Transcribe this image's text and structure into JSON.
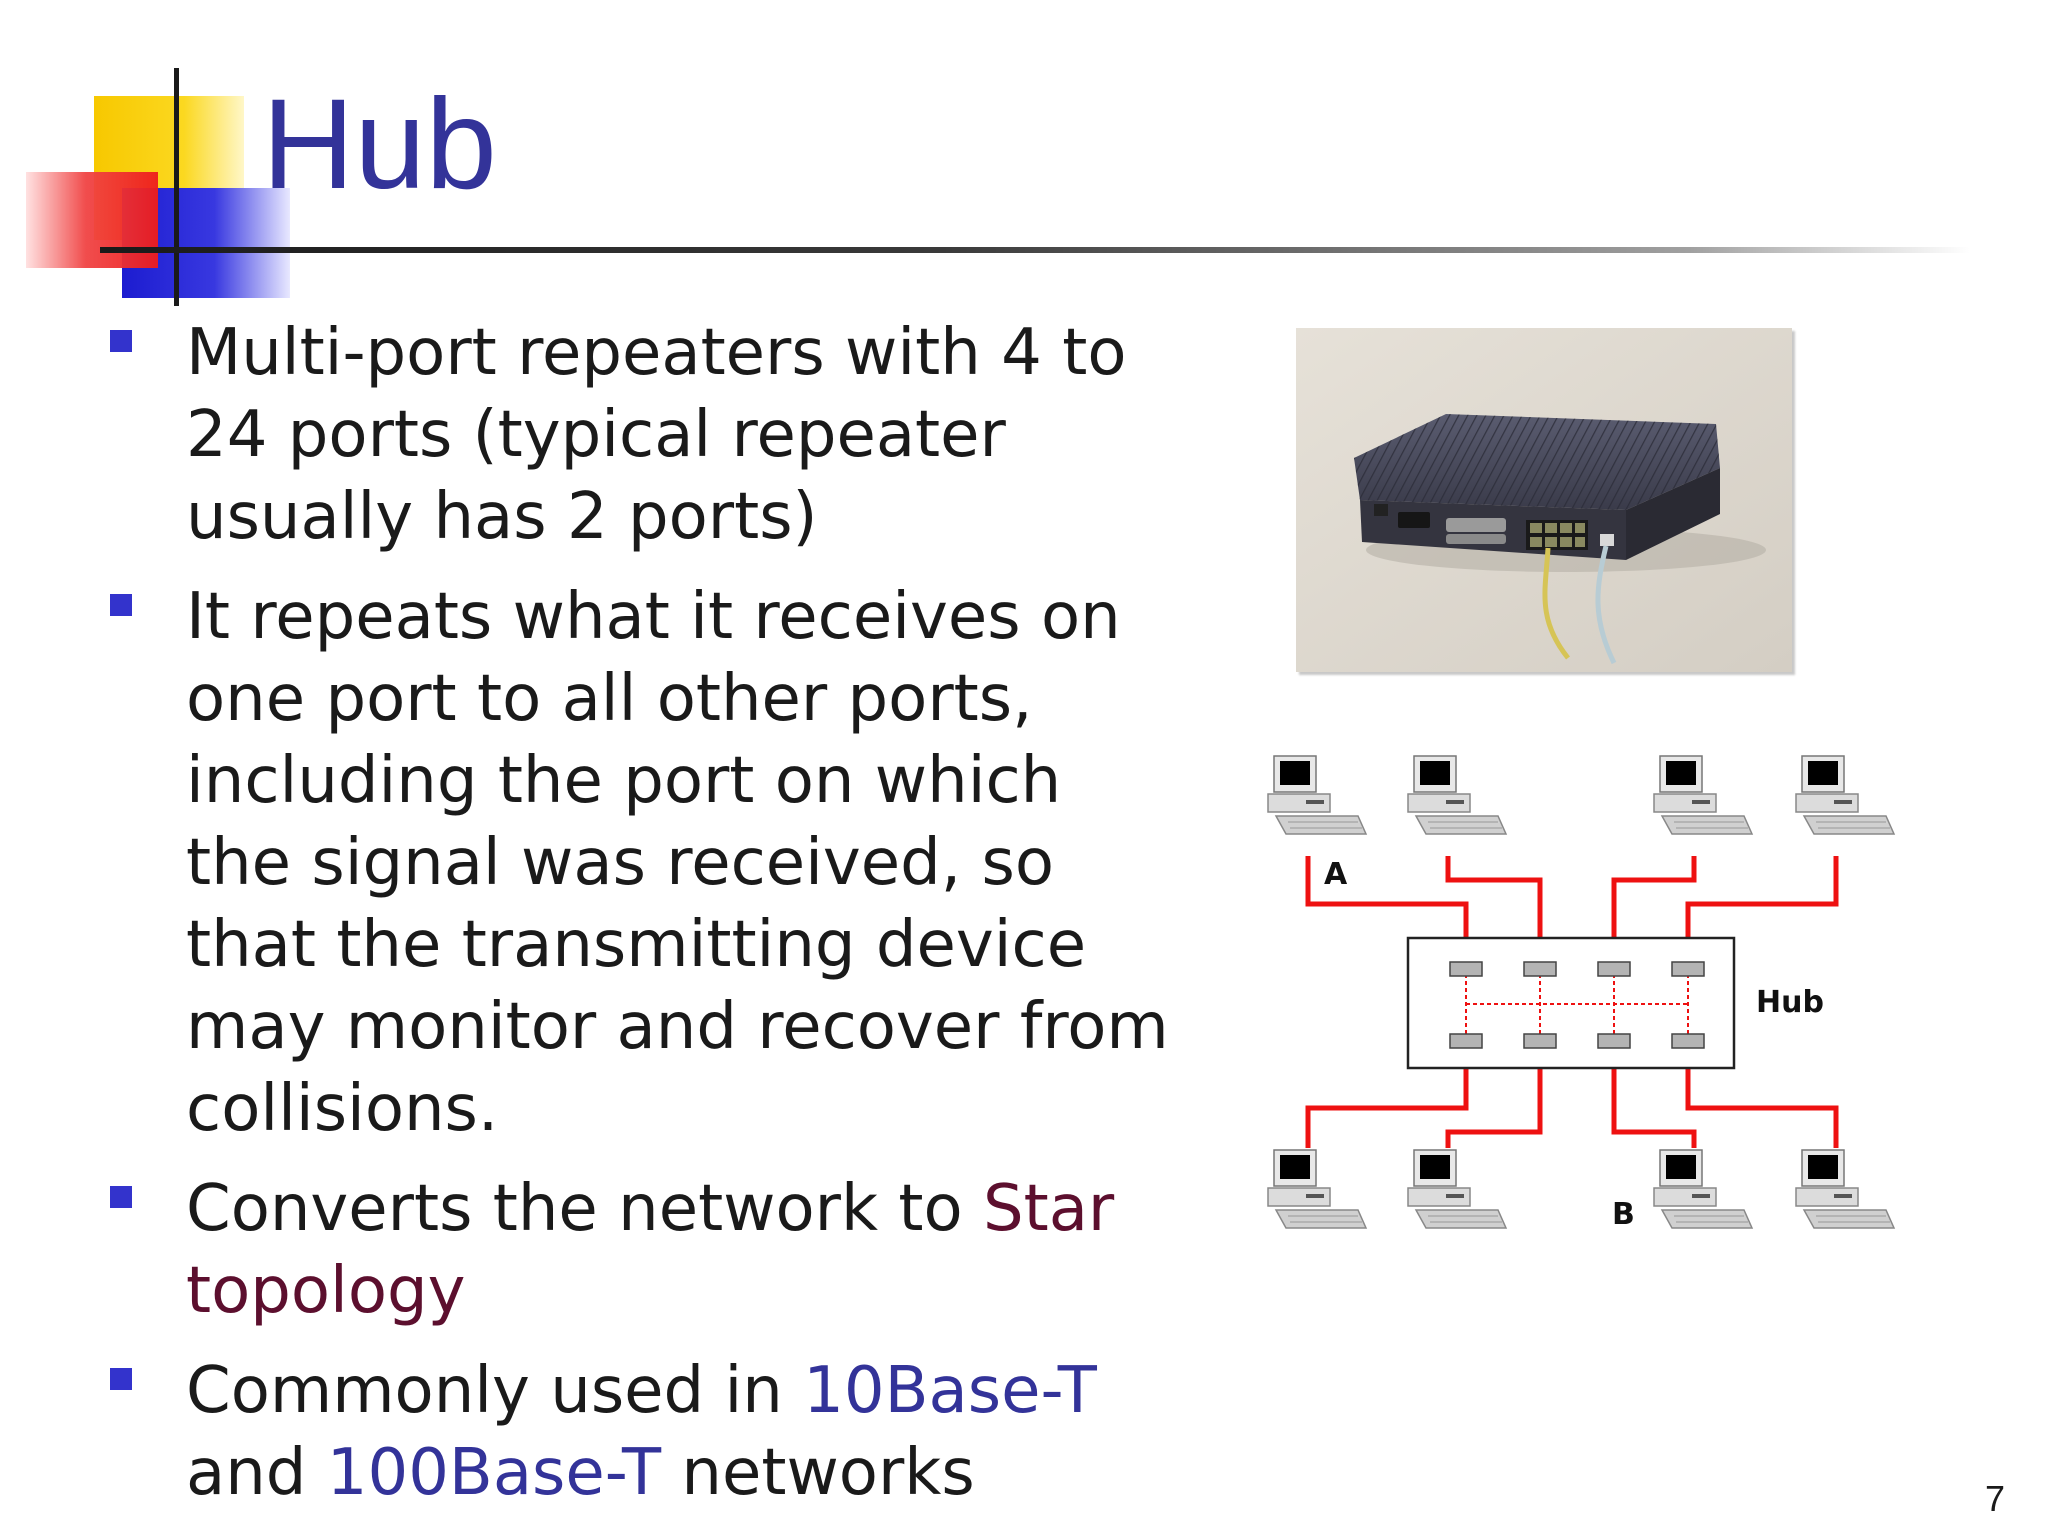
{
  "slide": {
    "title": "Hub",
    "page_number": "7"
  },
  "bullets": [
    {
      "text": "Multi-port repeaters with 4 to 24 ports (typical repeater usually has 2 ports)"
    },
    {
      "text": "It repeats what it receives on one port to all other ports, including the port on which the signal was received, so that the transmitting device may monitor and recover from collisions."
    },
    {
      "pre": "Converts the network to ",
      "highlight": "Star topology"
    },
    {
      "pre": "Commonly used in ",
      "highlight1": "10Base-T",
      "mid": " and ",
      "highlight2": "100Base-T",
      "post": " networks"
    }
  ],
  "diagram": {
    "hub_label": "Hub",
    "computer_a_label": "A",
    "computer_b_label": "B"
  },
  "colors": {
    "title": "#333399",
    "bullet_marker": "#3333cc",
    "star_highlight": "#5c0f2e",
    "base_highlight": "#333399",
    "diagram_wire": "#ee1111"
  }
}
